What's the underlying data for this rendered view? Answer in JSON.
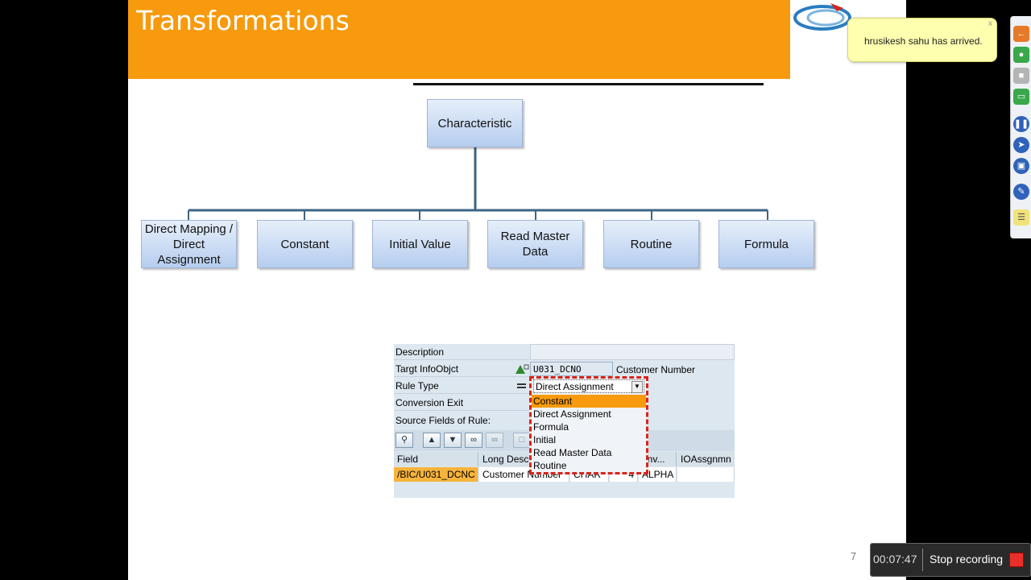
{
  "slide": {
    "title": "Transformations",
    "page_number": "7"
  },
  "diagram": {
    "root": "Characteristic",
    "children": [
      "Direct Mapping / Direct Assignment",
      "Constant",
      "Initial Value",
      "Read Master Data",
      "Routine",
      "Formula"
    ]
  },
  "sap_panel": {
    "labels": [
      "Description",
      "Targt InfoObjct",
      "Rule Type",
      "Conversion Exit",
      "Source Fields of Rule:"
    ],
    "target_value": "U031_DCNO",
    "target_text": "Customer Number",
    "rule_type_value": "Direct Assignment",
    "dropdown_options": [
      "Constant",
      "Direct Assignment",
      "Formula",
      "Initial",
      "Read Master Data",
      "Routine"
    ],
    "dropdown_highlight": "Constant",
    "grid_headers": [
      "Field",
      "Long Desc",
      "",
      "",
      "onv...",
      "IOAssgnmn"
    ],
    "grid_row": [
      "/BIC/U031_DCNC",
      "Customer Number",
      "CHAR",
      "4",
      "ALPHA",
      ""
    ]
  },
  "notification": {
    "message": "hrusikesh sahu has arrived.",
    "close": "x"
  },
  "recorder": {
    "time": "00:07:47",
    "label": "Stop recording"
  },
  "colors": {
    "title_bar": "#f79a0d",
    "highlight": "#f79a0d",
    "dropdown_border": "#d9241b"
  }
}
